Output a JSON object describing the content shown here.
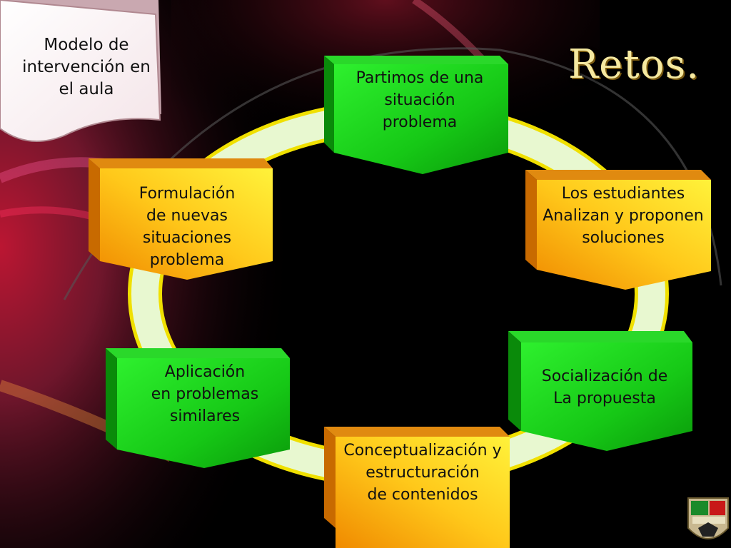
{
  "slide": {
    "title": "Retos.",
    "note": "Modelo de\nintervención en\nel aula"
  },
  "cycle": {
    "steps": [
      {
        "id": "top",
        "text": "Partimos de una\nsituación\nproblema",
        "color": "green"
      },
      {
        "id": "right",
        "text": "Los estudiantes\nAnalizan y proponen\nsoluciones",
        "color": "orange"
      },
      {
        "id": "bottom-right",
        "text": "Socialización de\nLa propuesta",
        "color": "green"
      },
      {
        "id": "bottom",
        "text": "Conceptualización y\nestructuración\nde contenidos",
        "color": "orange"
      },
      {
        "id": "bottom-left",
        "text": "Aplicación\nen problemas\nsimilares",
        "color": "green"
      },
      {
        "id": "left",
        "text": "Formulación\nde nuevas\nsituaciones\nproblema",
        "color": "orange"
      }
    ]
  },
  "colors": {
    "green_face": "#18d018",
    "green_dark": "#0a8a0a",
    "orange_face": "#ffd21e",
    "orange_dark": "#c86a00",
    "ring": "#e8f8d0",
    "ring_edge": "#f0e000"
  },
  "icons": {
    "logo": "university-crest-icon"
  }
}
